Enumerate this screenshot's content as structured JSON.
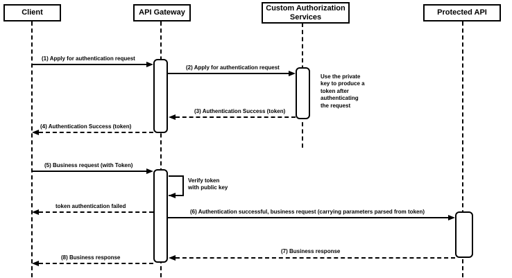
{
  "diagram": {
    "type": "sequence-diagram",
    "colors": {
      "line": "#000000",
      "fill": "#ffffff",
      "background": "#ffffff"
    },
    "actors": [
      {
        "label": "Client"
      },
      {
        "label": "API Gateway"
      },
      {
        "label": "Custom Authorization Services"
      },
      {
        "label": "Protected API"
      }
    ],
    "messages": [
      {
        "label": "(1) Apply for authentication request",
        "from": "Client",
        "to": "API Gateway",
        "line": "solid"
      },
      {
        "label": "(2) Apply for authentication request",
        "from": "API Gateway",
        "to": "Custom Authorization Services",
        "line": "solid"
      },
      {
        "label": "(3) Authentication Success (token)",
        "from": "Custom Authorization Services",
        "to": "API Gateway",
        "line": "dashed"
      },
      {
        "label": "(4) Authentication Success (token)",
        "from": "API Gateway",
        "to": "Client",
        "line": "dashed"
      },
      {
        "label": "(5) Business request (with Token)",
        "from": "Client",
        "to": "API Gateway",
        "line": "solid"
      },
      {
        "label": "Verify token\nwith public key",
        "from": "API Gateway",
        "to": "API Gateway",
        "line": "self"
      },
      {
        "label": "token authentication failed",
        "from": "API Gateway",
        "to": "Client",
        "line": "dashed"
      },
      {
        "label": "(6) Authentication successful, business request (carrying parameters parsed from token)",
        "from": "API Gateway",
        "to": "Protected API",
        "line": "solid"
      },
      {
        "label": "(7) Business response",
        "from": "Protected API",
        "to": "API Gateway",
        "line": "dashed"
      },
      {
        "label": "(8) Business response",
        "from": "API Gateway",
        "to": "Client",
        "line": "dashed"
      }
    ],
    "note": {
      "label": "Use the private\nkey to produce a\ntoken after\nauthenticating\nthe request",
      "anchor": "Custom Authorization Services"
    }
  }
}
